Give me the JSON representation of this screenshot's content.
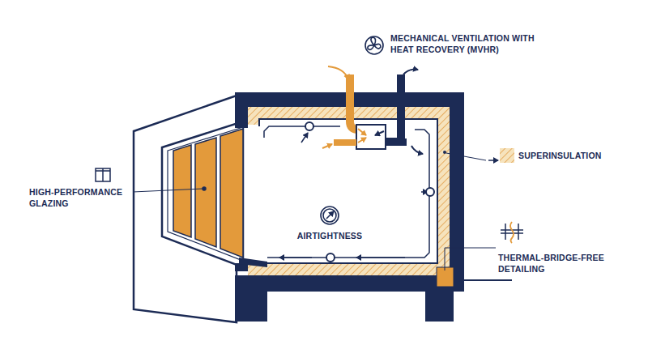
{
  "diagram": {
    "labels": [
      "MECHANICAL VENTILATION WITH HEAT RECOVERY (MVHR)",
      "SUPERINSULATION",
      "HIGH-PERFORMANCE GLAZING",
      "AIRTIGHTNESS",
      "THERMAL-BRIDGE-FREE DETAILING"
    ]
  }
}
